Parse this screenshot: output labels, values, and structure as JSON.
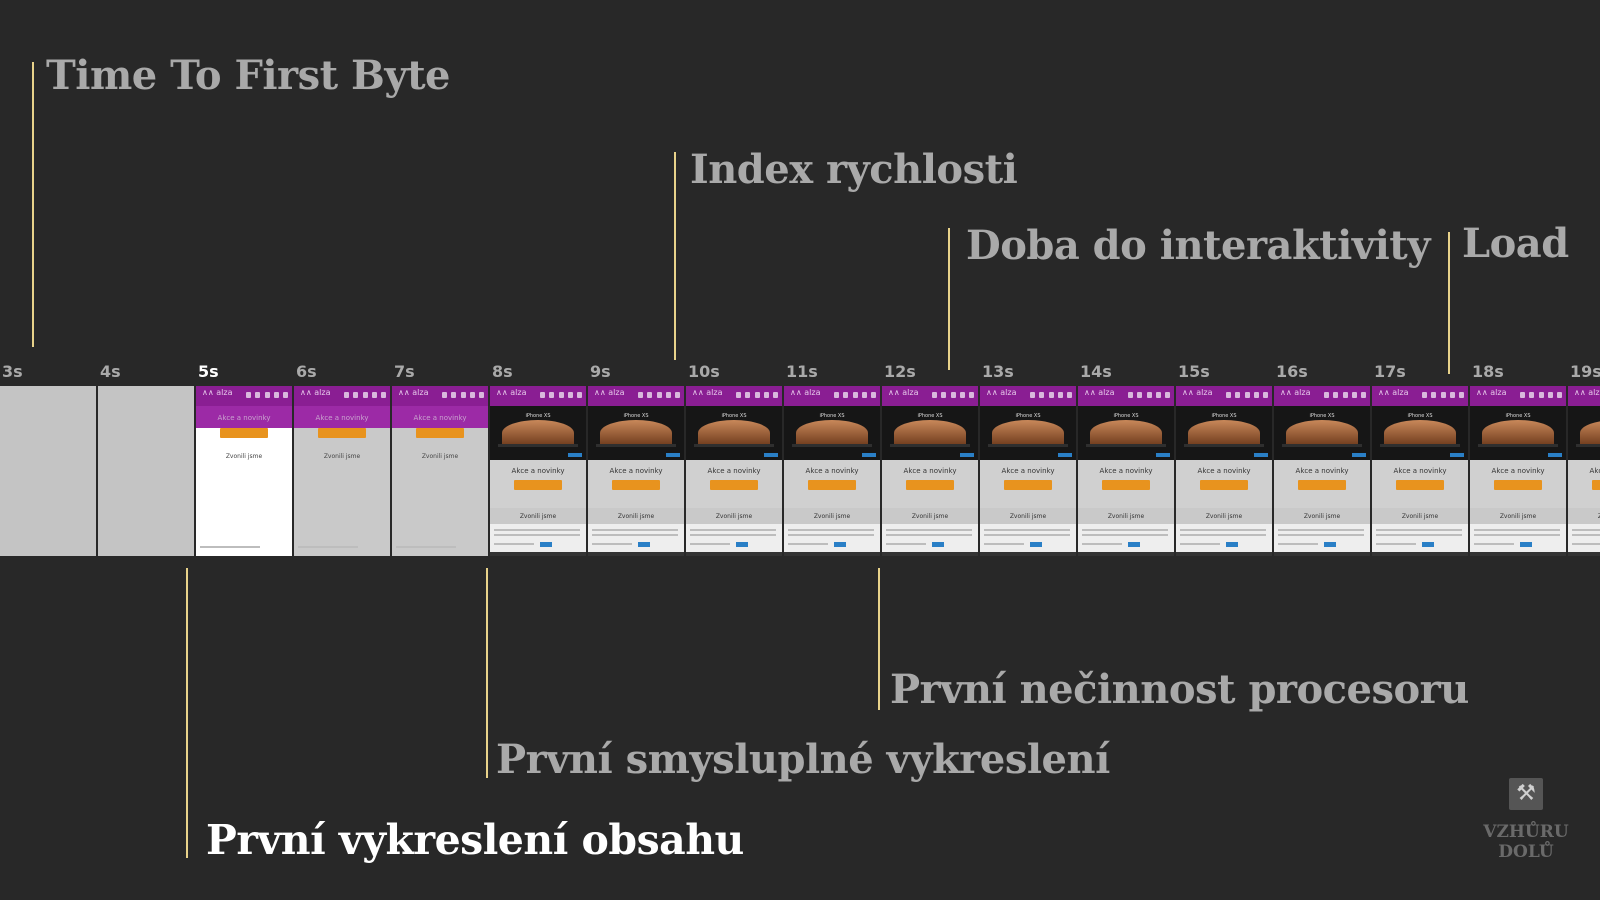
{
  "timeline": {
    "ticks": [
      "3s",
      "4s",
      "5s",
      "6s",
      "7s",
      "8s",
      "9s",
      "10s",
      "11s",
      "12s",
      "13s",
      "14s",
      "15s",
      "16s",
      "17s",
      "18s",
      "19s"
    ],
    "highlighted_tick": "5s"
  },
  "metrics": {
    "ttfb": "Time To First Byte",
    "speed_index": "Index rychlosti",
    "tti": "Doba do interaktivity",
    "load": "Load",
    "first_cpu_idle": "První nečinnost procesoru",
    "first_meaningful_paint": "První smysluplné vykreslení",
    "first_contentful_paint": "První vykreslení obsahu"
  },
  "frame": {
    "logo": "∧∧ alza",
    "akce": "Akce a novinky",
    "zvonili": "Zvonili jsme",
    "iphone": "iPhone XS"
  },
  "colors": {
    "background": "#282828",
    "marker_line": "#e8d28a",
    "label": "#a9a9a9",
    "label_highlight": "#ffffff",
    "site_header": "#8a1e93",
    "site_button": "#e8931e"
  },
  "brand": {
    "icon": "hammer-pick-icon",
    "line1": "VZHŮRU",
    "line2": "DOLŮ"
  }
}
